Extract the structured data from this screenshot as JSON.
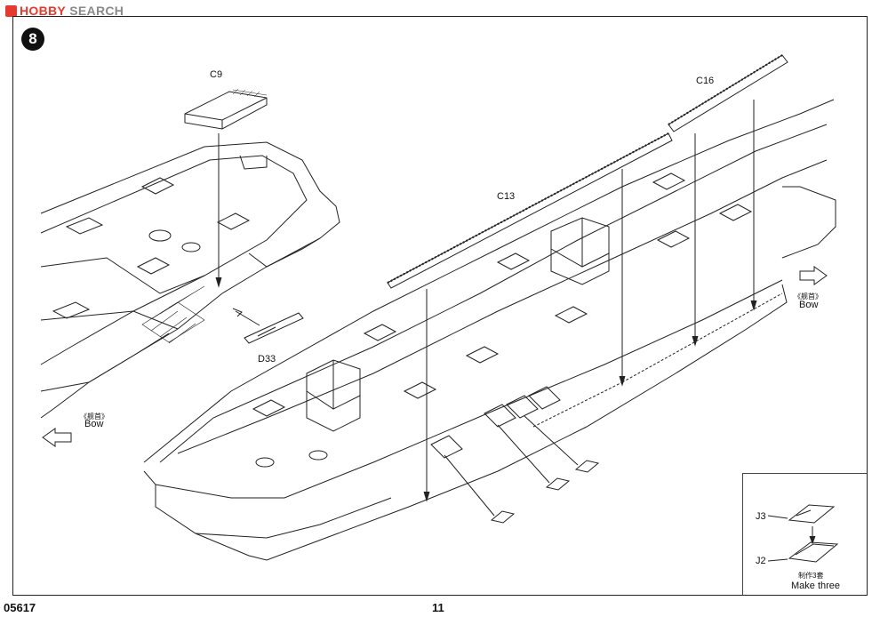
{
  "watermark": {
    "brand": "HOBBY",
    "suffix": "SEARCH"
  },
  "step": {
    "number": "8"
  },
  "labels": {
    "c9": "C9",
    "c16": "C16",
    "c13": "C13",
    "d33": "D33",
    "j3": "J3",
    "j2": "J2",
    "bow_cn_left": "《舰首》",
    "bow_left": "Bow",
    "bow_cn_right": "《舰首》",
    "bow_right": "Bow",
    "make_cn": "制作3套",
    "make_three": "Make three"
  },
  "footer": {
    "product_code": "05617",
    "page_number": "11"
  }
}
